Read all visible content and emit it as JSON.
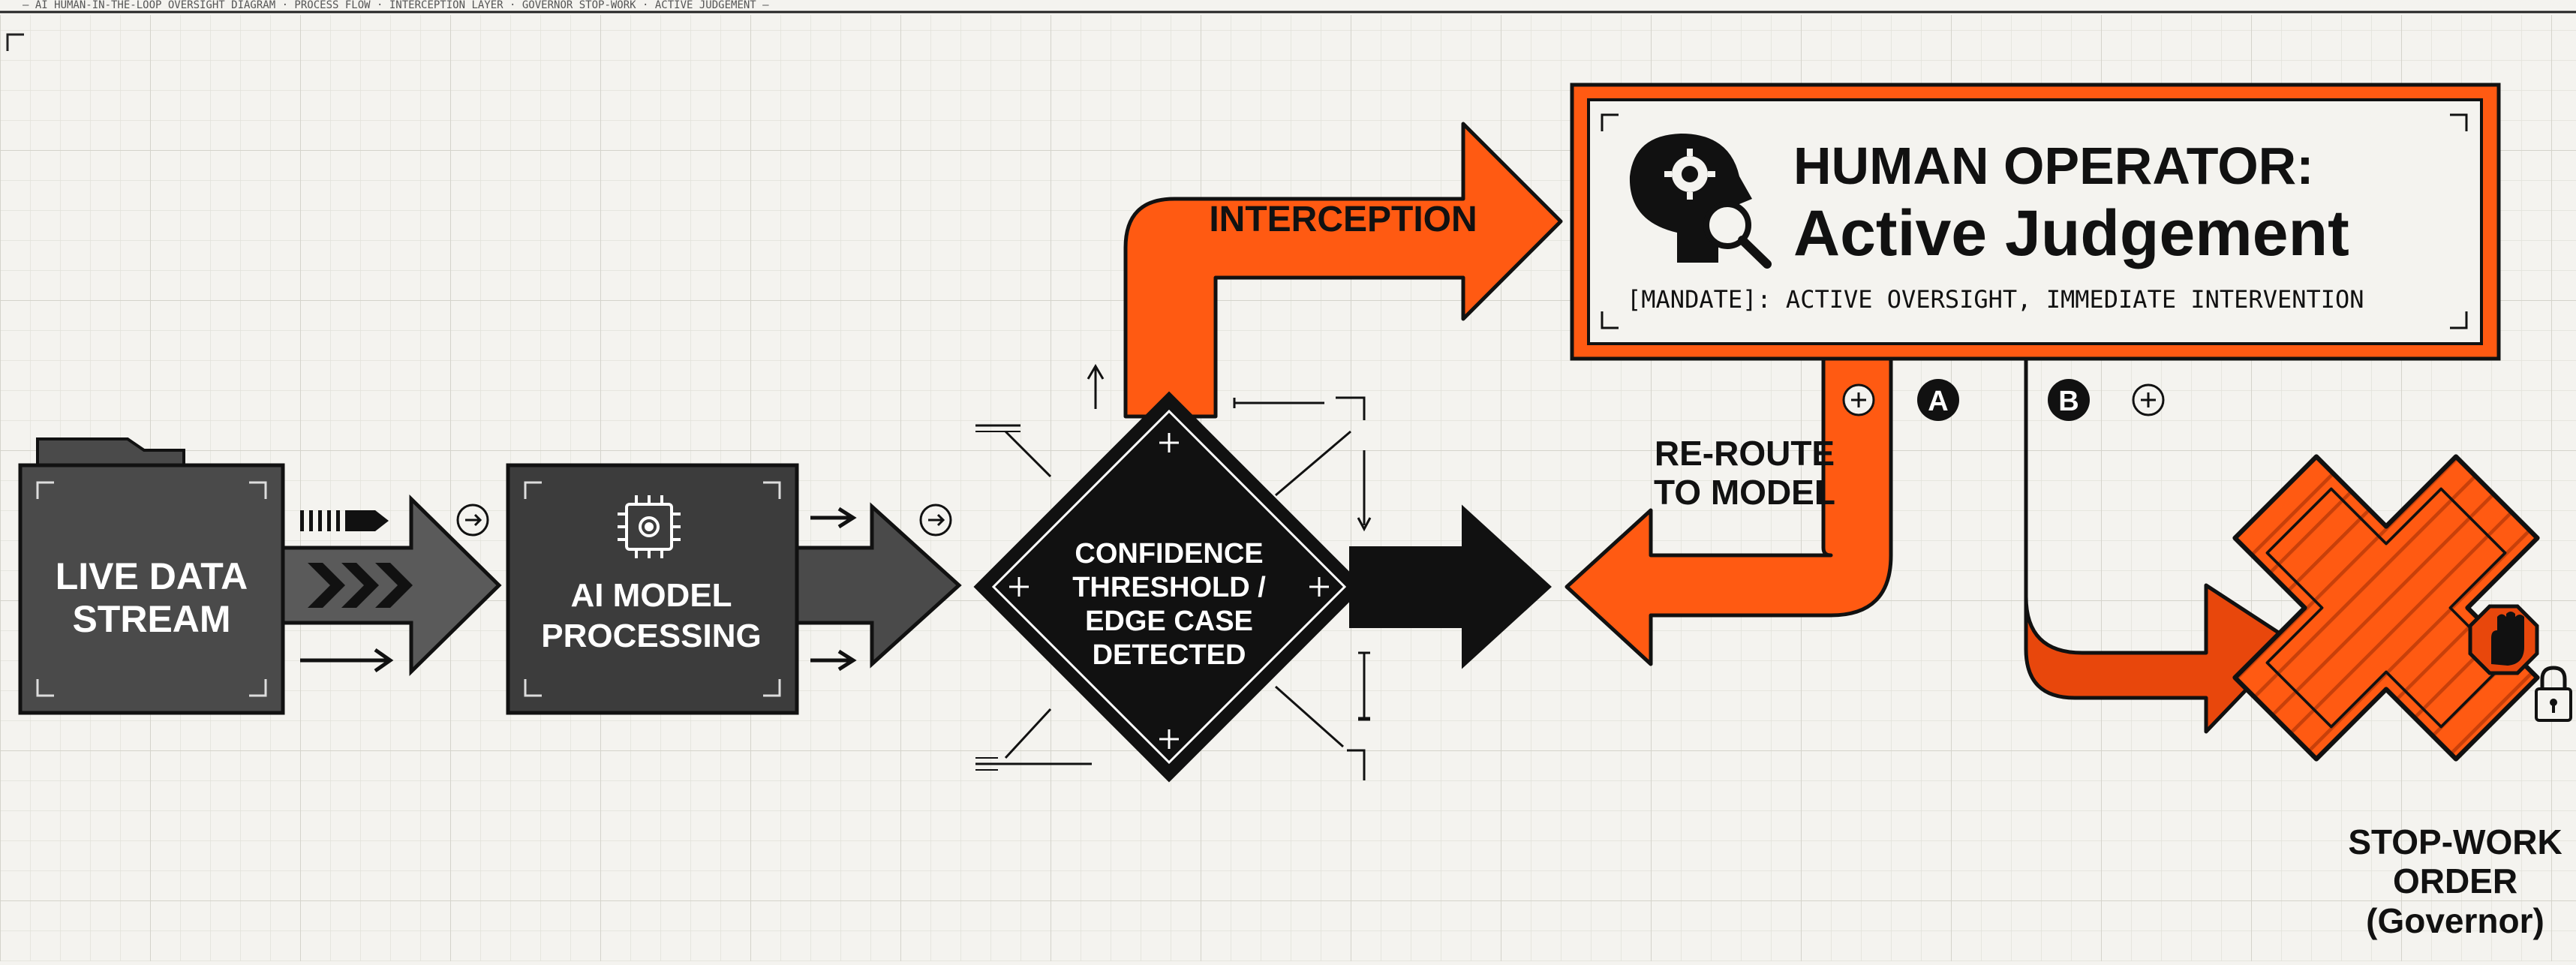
{
  "header": {
    "top_text": "— AI HUMAN-IN-THE-LOOP OVERSIGHT DIAGRAM · PROCESS FLOW · INTERCEPTION LAYER · GOVERNOR STOP-WORK · ACTIVE JUDGEMENT —"
  },
  "nodes": {
    "live_data_stream": {
      "line1": "LIVE DATA",
      "line2": "STREAM"
    },
    "ai_model": {
      "line1": "AI MODEL",
      "line2": "PROCESSING"
    },
    "decision": {
      "line1": "CONFIDENCE",
      "line2": "THRESHOLD /",
      "line3": "EDGE CASE",
      "line4": "DETECTED"
    },
    "human_operator": {
      "title": "HUMAN OPERATOR:",
      "subtitle": "Active Judgement",
      "mandate": "[MANDATE]: ACTIVE OVERSIGHT, IMMEDIATE INTERVENTION"
    },
    "stop_work": {
      "line1": "STOP-WORK",
      "line2": "ORDER",
      "line3": "(Governor)"
    }
  },
  "labels": {
    "interception": "INTERCEPTION",
    "reroute_line1": "RE-ROUTE",
    "reroute_line2": "TO MODEL",
    "badge_a": "A",
    "badge_b": "B"
  },
  "colors": {
    "orange": "#ff5a12",
    "orange_dark": "#e0460a",
    "black": "#0d0d0d",
    "dark_gray": "#3c3c3c",
    "paper": "#f4f3ef",
    "grid": "#dcdcd4"
  },
  "icons": [
    "head-gear-magnifier-icon",
    "chip-gear-icon",
    "stop-hand-icon",
    "padlock-icon",
    "folder-tab-icon"
  ]
}
